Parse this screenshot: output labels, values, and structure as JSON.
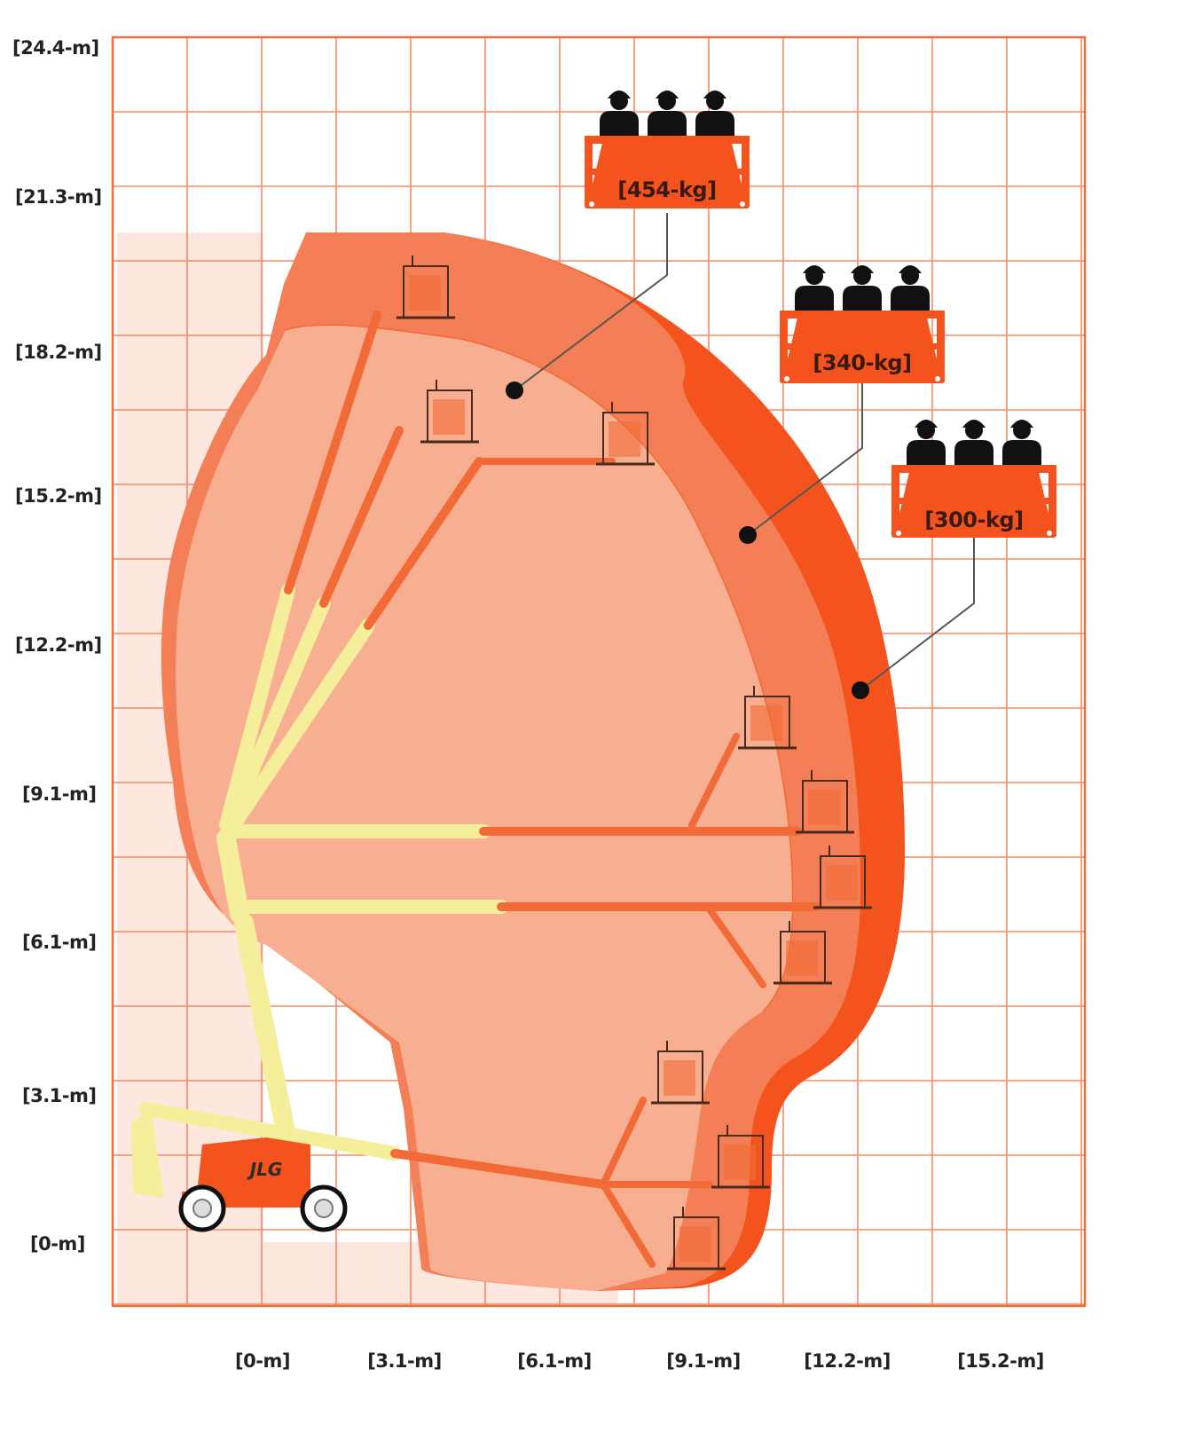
{
  "y_axis_labels": [
    "[24.4-m]",
    "[21.3-m]",
    "[18.2-m]",
    "[15.2-m]",
    "[12.2-m]",
    "[9.1-m]",
    "[6.1-m]",
    "[3.1-m]",
    "[0-m]"
  ],
  "x_axis_labels": [
    "[0-m]",
    "[3.1-m]",
    "[6.1-m]",
    "[9.1-m]",
    "[12.2-m]",
    "[15.2-m]"
  ],
  "capacities": [
    {
      "label": "[454-kg]",
      "color": "#f4a78c"
    },
    {
      "label": "[340-kg]",
      "color": "#f47e55"
    },
    {
      "label": "[300-kg]",
      "color": "#f4531e"
    }
  ],
  "brand": "JLG",
  "colors": {
    "grid": "#f48a66",
    "envelope_outer": "#f4531e",
    "envelope_middle": "#f4855a",
    "envelope_inner": "#f7ad8f",
    "boom_yellow": "#f5ee9a",
    "boom_orange": "#f26a35",
    "platform": "#f4531e"
  }
}
